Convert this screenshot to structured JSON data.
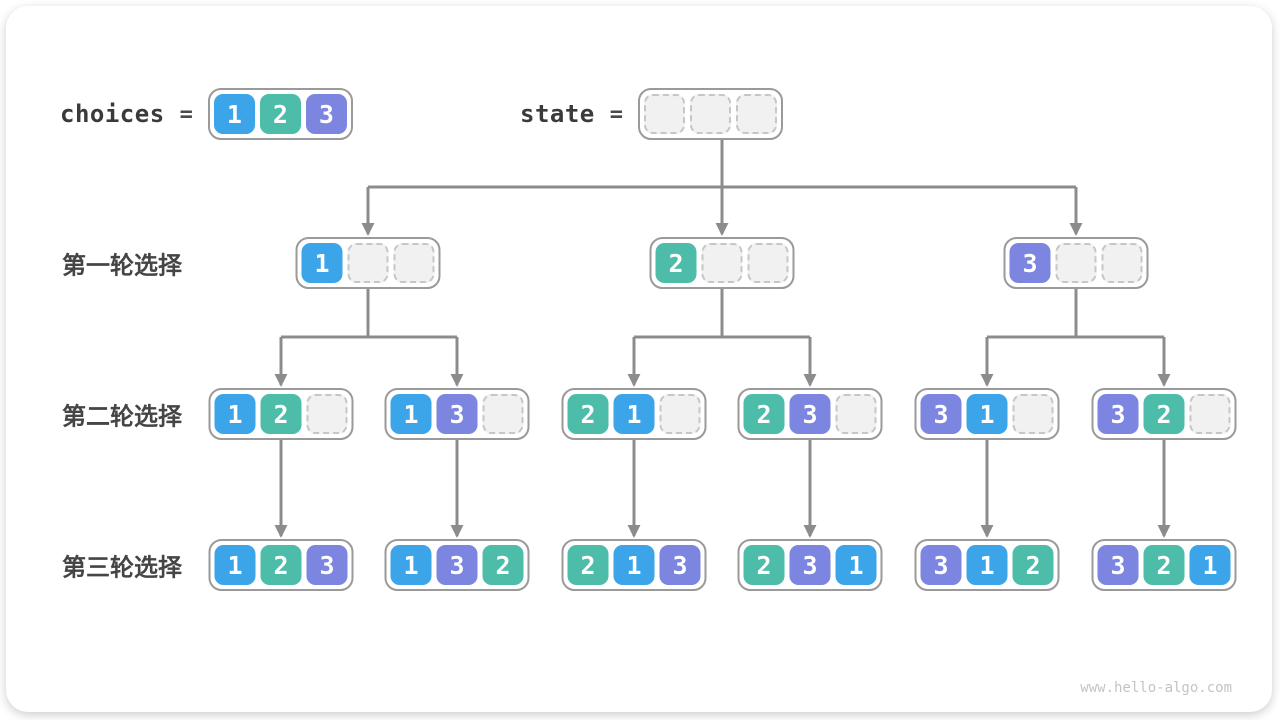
{
  "header": {
    "choices_label": "choices",
    "choices_equals": "=",
    "choices_cells": [
      1,
      2,
      3
    ],
    "state_label": "state",
    "state_equals": "=",
    "state_cells": [
      null,
      null,
      null
    ]
  },
  "row_labels": [
    "第一轮选择",
    "第二轮选择",
    "第三轮选择"
  ],
  "tree": {
    "level1": [
      [
        1,
        null,
        null
      ],
      [
        2,
        null,
        null
      ],
      [
        3,
        null,
        null
      ]
    ],
    "level2": [
      [
        1,
        2,
        null
      ],
      [
        1,
        3,
        null
      ],
      [
        2,
        1,
        null
      ],
      [
        2,
        3,
        null
      ],
      [
        3,
        1,
        null
      ],
      [
        3,
        2,
        null
      ]
    ],
    "level3": [
      [
        1,
        2,
        3
      ],
      [
        1,
        3,
        2
      ],
      [
        2,
        1,
        3
      ],
      [
        2,
        3,
        1
      ],
      [
        3,
        1,
        2
      ],
      [
        3,
        2,
        1
      ]
    ]
  },
  "colors": {
    "value_1": "#3CA5E9",
    "value_2": "#4DBCA9",
    "value_3": "#7C85DF",
    "empty_fill": "#F1F1F2",
    "empty_border": "#C6C6C6",
    "node_border": "#9A9A9A",
    "connector": "#8C8C8C"
  },
  "watermark": "www.hello-algo.com"
}
